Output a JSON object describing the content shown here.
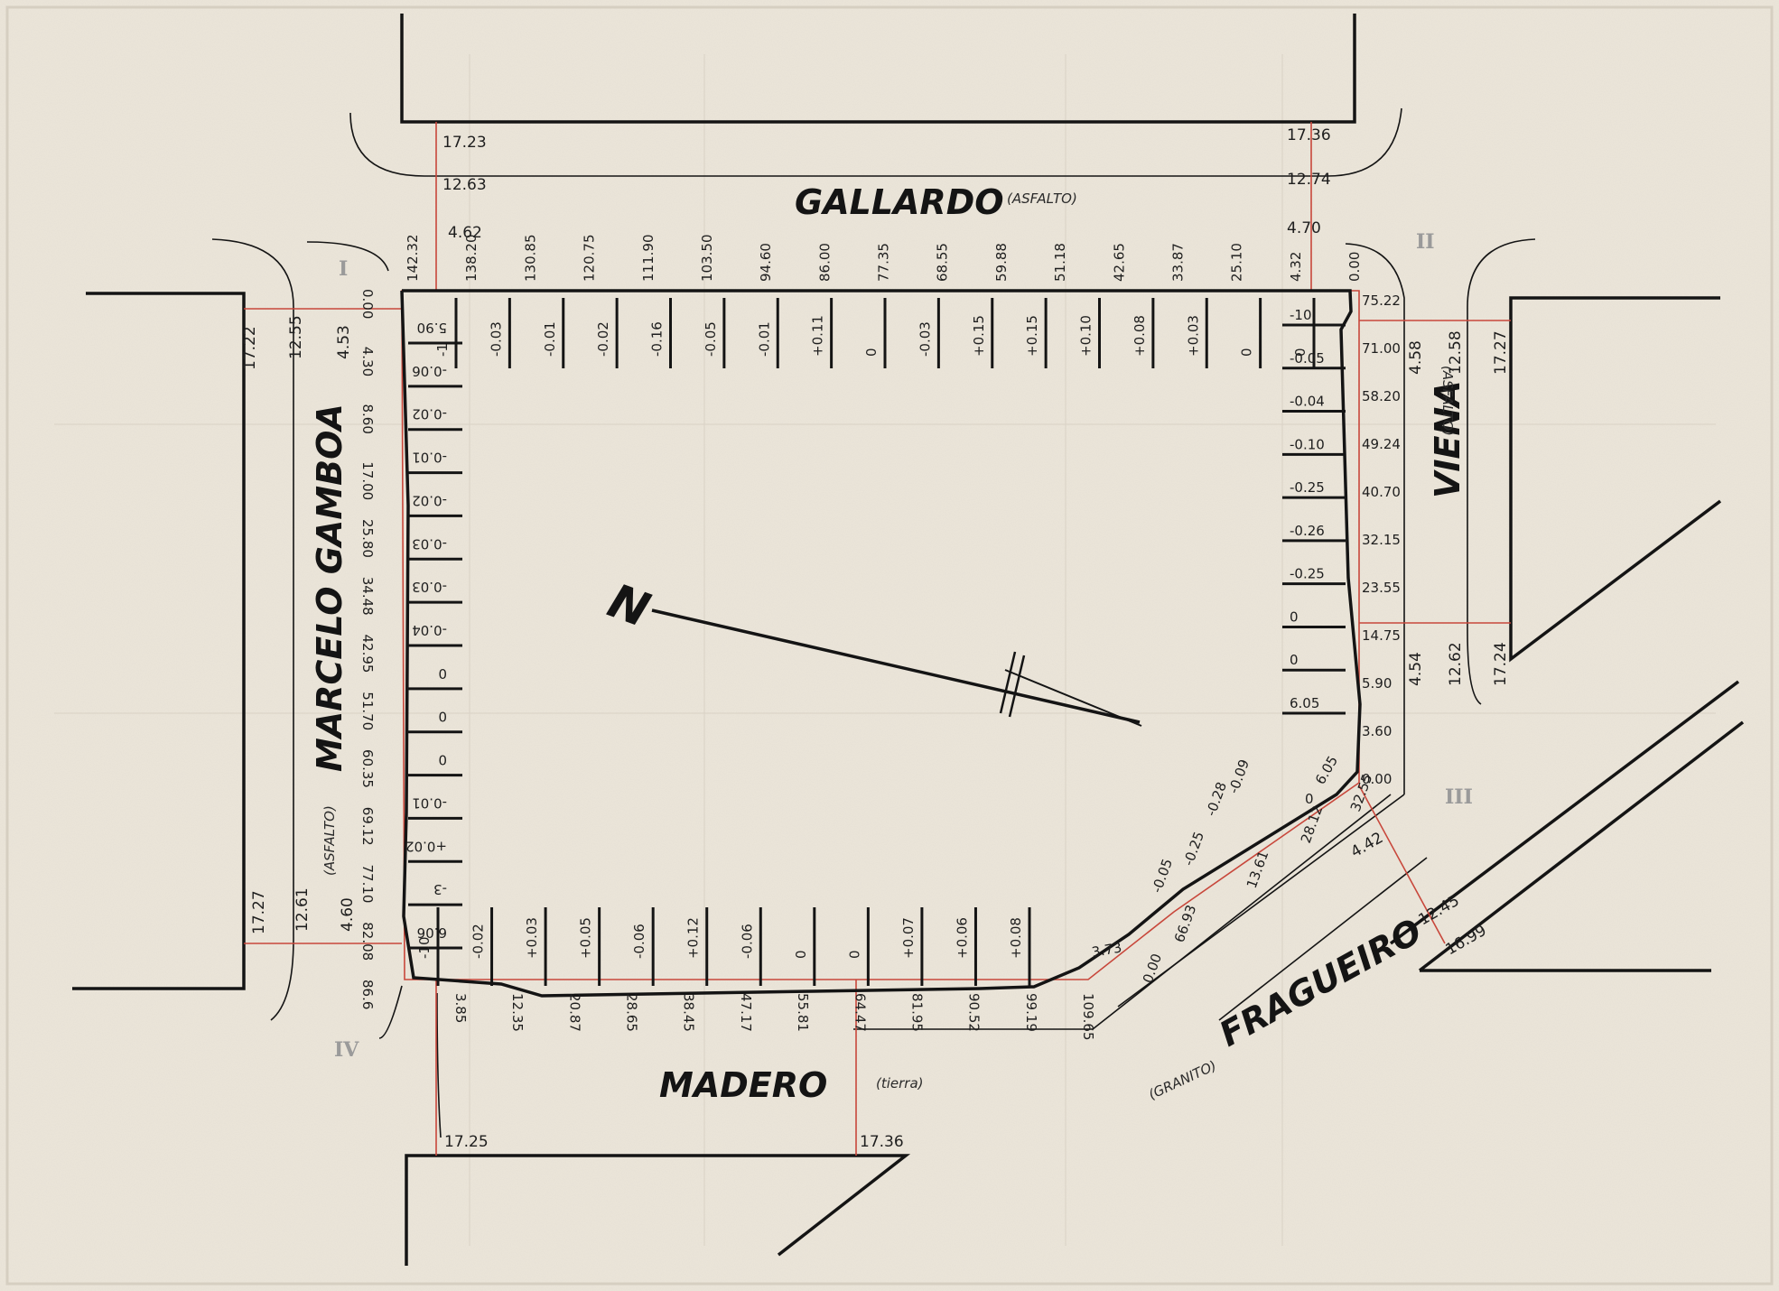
{
  "streets": {
    "gallardo": {
      "name": "GALLARDO",
      "surface": "(ASFALTO)"
    },
    "viena": {
      "name": "VIENA",
      "surface": "(ASFALTO)"
    },
    "marcelo_gamboa": {
      "name": "MARCELO GAMBOA",
      "surface": "(ASFALTO)"
    },
    "madero": {
      "name": "MADERO",
      "surface": "(tierra)"
    },
    "fragueiro": {
      "name": "FRAGUEIRO",
      "surface": "(GRANITO)"
    }
  },
  "north_label": "N",
  "corners": {
    "I": "I",
    "II": "II",
    "III": "III",
    "IV": "IV"
  },
  "widths": {
    "top_left": [
      "17.23",
      "12.63",
      "4.62"
    ],
    "top_right": [
      "17.36",
      "12.74",
      "4.70"
    ],
    "left_top": [
      "17.22",
      "12.55",
      "4.53"
    ],
    "left_bottom": [
      "17.27",
      "12.61",
      "4.60"
    ],
    "right_top": [
      "4.58",
      "12.58",
      "17.27"
    ],
    "right_bottom": [
      "4.54",
      "12.62",
      "17.24"
    ],
    "bottom_left": "17.25",
    "bottom_right": "17.36",
    "fragueiro": [
      "4.42",
      "12.45",
      "16.99"
    ]
  },
  "top_chainage": [
    "142.32",
    "138.20",
    "130.85",
    "120.75",
    "111.90",
    "103.50",
    "94.60",
    "86.00",
    "77.35",
    "68.55",
    "59.88",
    "51.18",
    "42.65",
    "33.87",
    "25.10",
    "4.32",
    "0.00"
  ],
  "top_levels": [
    "-1",
    "-0.03",
    "-0.01",
    "-0.02",
    "-0.16",
    "-0.05",
    "-0.01",
    "+0.11",
    "0",
    "-0.03",
    "+0.15",
    "+0.15",
    "+0.10",
    "+0.08",
    "+0.03",
    "0",
    "0"
  ],
  "right_chainage": [
    "75.22",
    "71.00",
    "58.20",
    "49.24",
    "40.70",
    "32.15",
    "23.55",
    "14.75",
    "5.90",
    "3.60",
    "0.00"
  ],
  "right_levels": [
    "-10",
    "-0.05",
    "-0.04",
    "-0.10",
    "-0.25",
    "-0.26",
    "-0.25",
    "0",
    "0",
    "6.05"
  ],
  "left_chainage": [
    "0.00",
    "4.30",
    "8.60",
    "17.00",
    "25.80",
    "34.48",
    "42.95",
    "51.70",
    "60.35",
    "69.12",
    "77.10",
    "82.08",
    "86.6"
  ],
  "left_levels": [
    "5.90",
    "-0.06",
    "-0.02",
    "-0.01",
    "-0.02",
    "-0.03",
    "-0.03",
    "-0.04",
    "0",
    "0",
    "0",
    "-0.01",
    "+0.02",
    "-3",
    "6.06"
  ],
  "bottom_chainage": [
    "3.85",
    "12.35",
    "20.87",
    "28.65",
    "38.45",
    "47.17",
    "55.81",
    "64.47",
    "81.95",
    "90.52",
    "99.19",
    "109.65"
  ],
  "bottom_levels": [
    "-10",
    "-0.02",
    "+0.03",
    "+0.05",
    "-0.06",
    "+0.12",
    "-0.06",
    "0",
    "0",
    "+0.07",
    "+0.06",
    "+0.08"
  ],
  "diagonal": [
    "3.73",
    "0.00",
    "66.93",
    "13.61",
    "28.12",
    "32.55",
    "-0.05",
    "-0.25",
    "-0.28",
    "-0.09",
    "0",
    "6.05"
  ],
  "colors": {
    "paper": "#efeadf",
    "ink": "#141414",
    "red": "#c8473b",
    "fade": "#b9b2a6"
  }
}
